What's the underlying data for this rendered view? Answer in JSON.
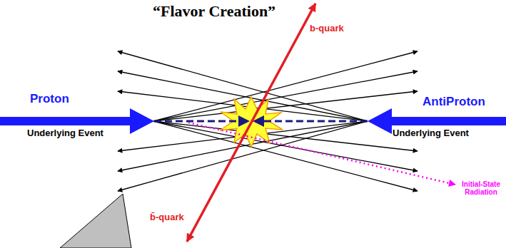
{
  "diagram": {
    "title": "“Flavor Creation”",
    "labels": [
      "b-quark",
      "Proton",
      "AntiProton",
      "Underlying Event",
      "Underlying Event",
      "Initial-State Radiation",
      "b̄-quark"
    ]
  }
}
